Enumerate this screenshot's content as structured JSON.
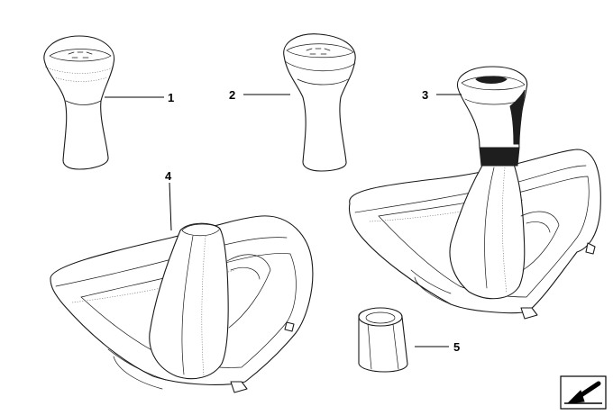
{
  "callouts": {
    "part_1": "1",
    "part_2": "2",
    "part_3": "3",
    "part_4": "4",
    "part_5": "5"
  },
  "icons": {
    "corner": "arrow-down-left-icon"
  },
  "colors": {
    "line": "#1a1a1a",
    "background": "#ffffff"
  }
}
